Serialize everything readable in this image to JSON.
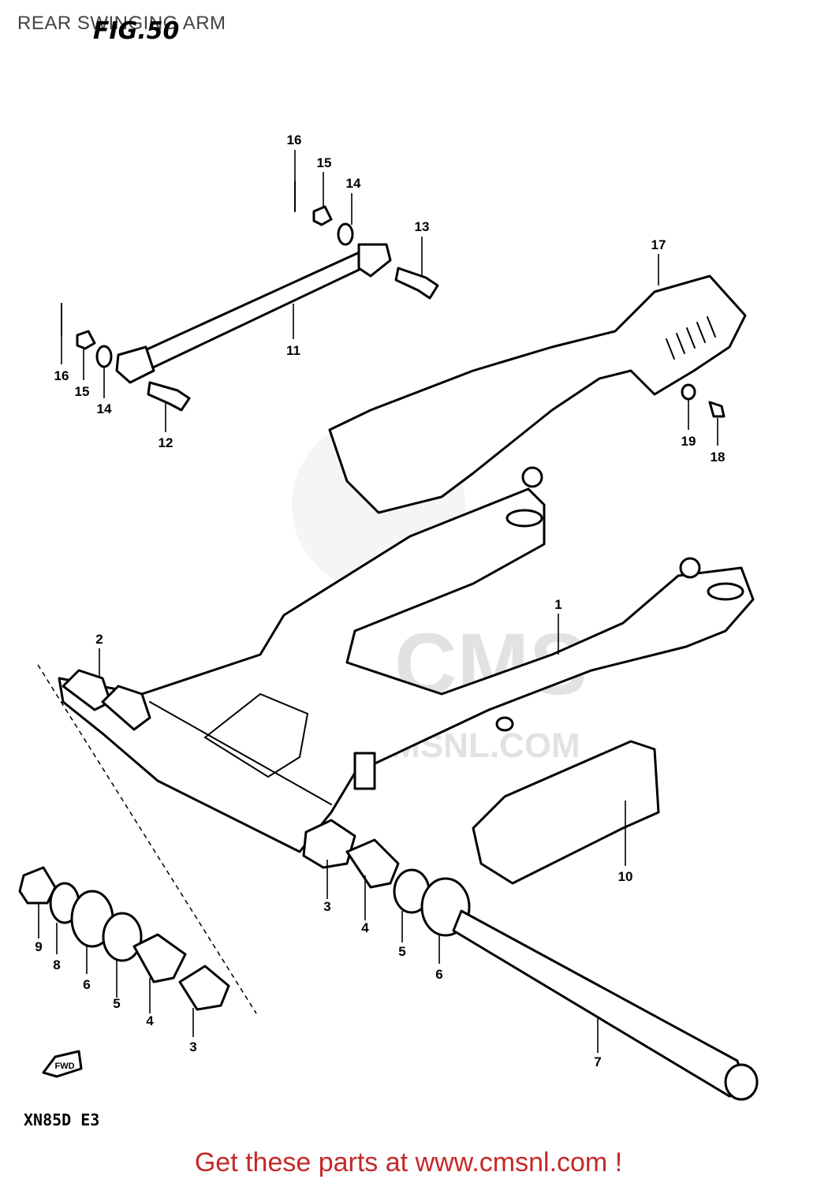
{
  "header": {
    "title": "REAR SWINGING ARM"
  },
  "figure": {
    "label": "FIG.50",
    "model": "XN85D  E3",
    "direction_label": "FWD"
  },
  "watermark": {
    "brand": "CMS",
    "url": "WWW.CMSNL.COM"
  },
  "parts": {
    "p1": "1",
    "p2": "2",
    "p3a": "3",
    "p3b": "3",
    "p4a": "4",
    "p4b": "4",
    "p5a": "5",
    "p5b": "5",
    "p6a": "6",
    "p6b": "6",
    "p7": "7",
    "p8": "8",
    "p9": "9",
    "p10": "10",
    "p11": "11",
    "p12": "12",
    "p13": "13",
    "p14a": "14",
    "p14b": "14",
    "p15a": "15",
    "p15b": "15",
    "p16a": "16",
    "p16b": "16",
    "p17": "17",
    "p18": "18",
    "p19": "19"
  },
  "footer": {
    "link_text": "Get these parts at www.cmsnl.com !"
  },
  "colors": {
    "footer_link": "#c62828",
    "line_art": "#000000",
    "watermark": "#e2e2e2"
  }
}
